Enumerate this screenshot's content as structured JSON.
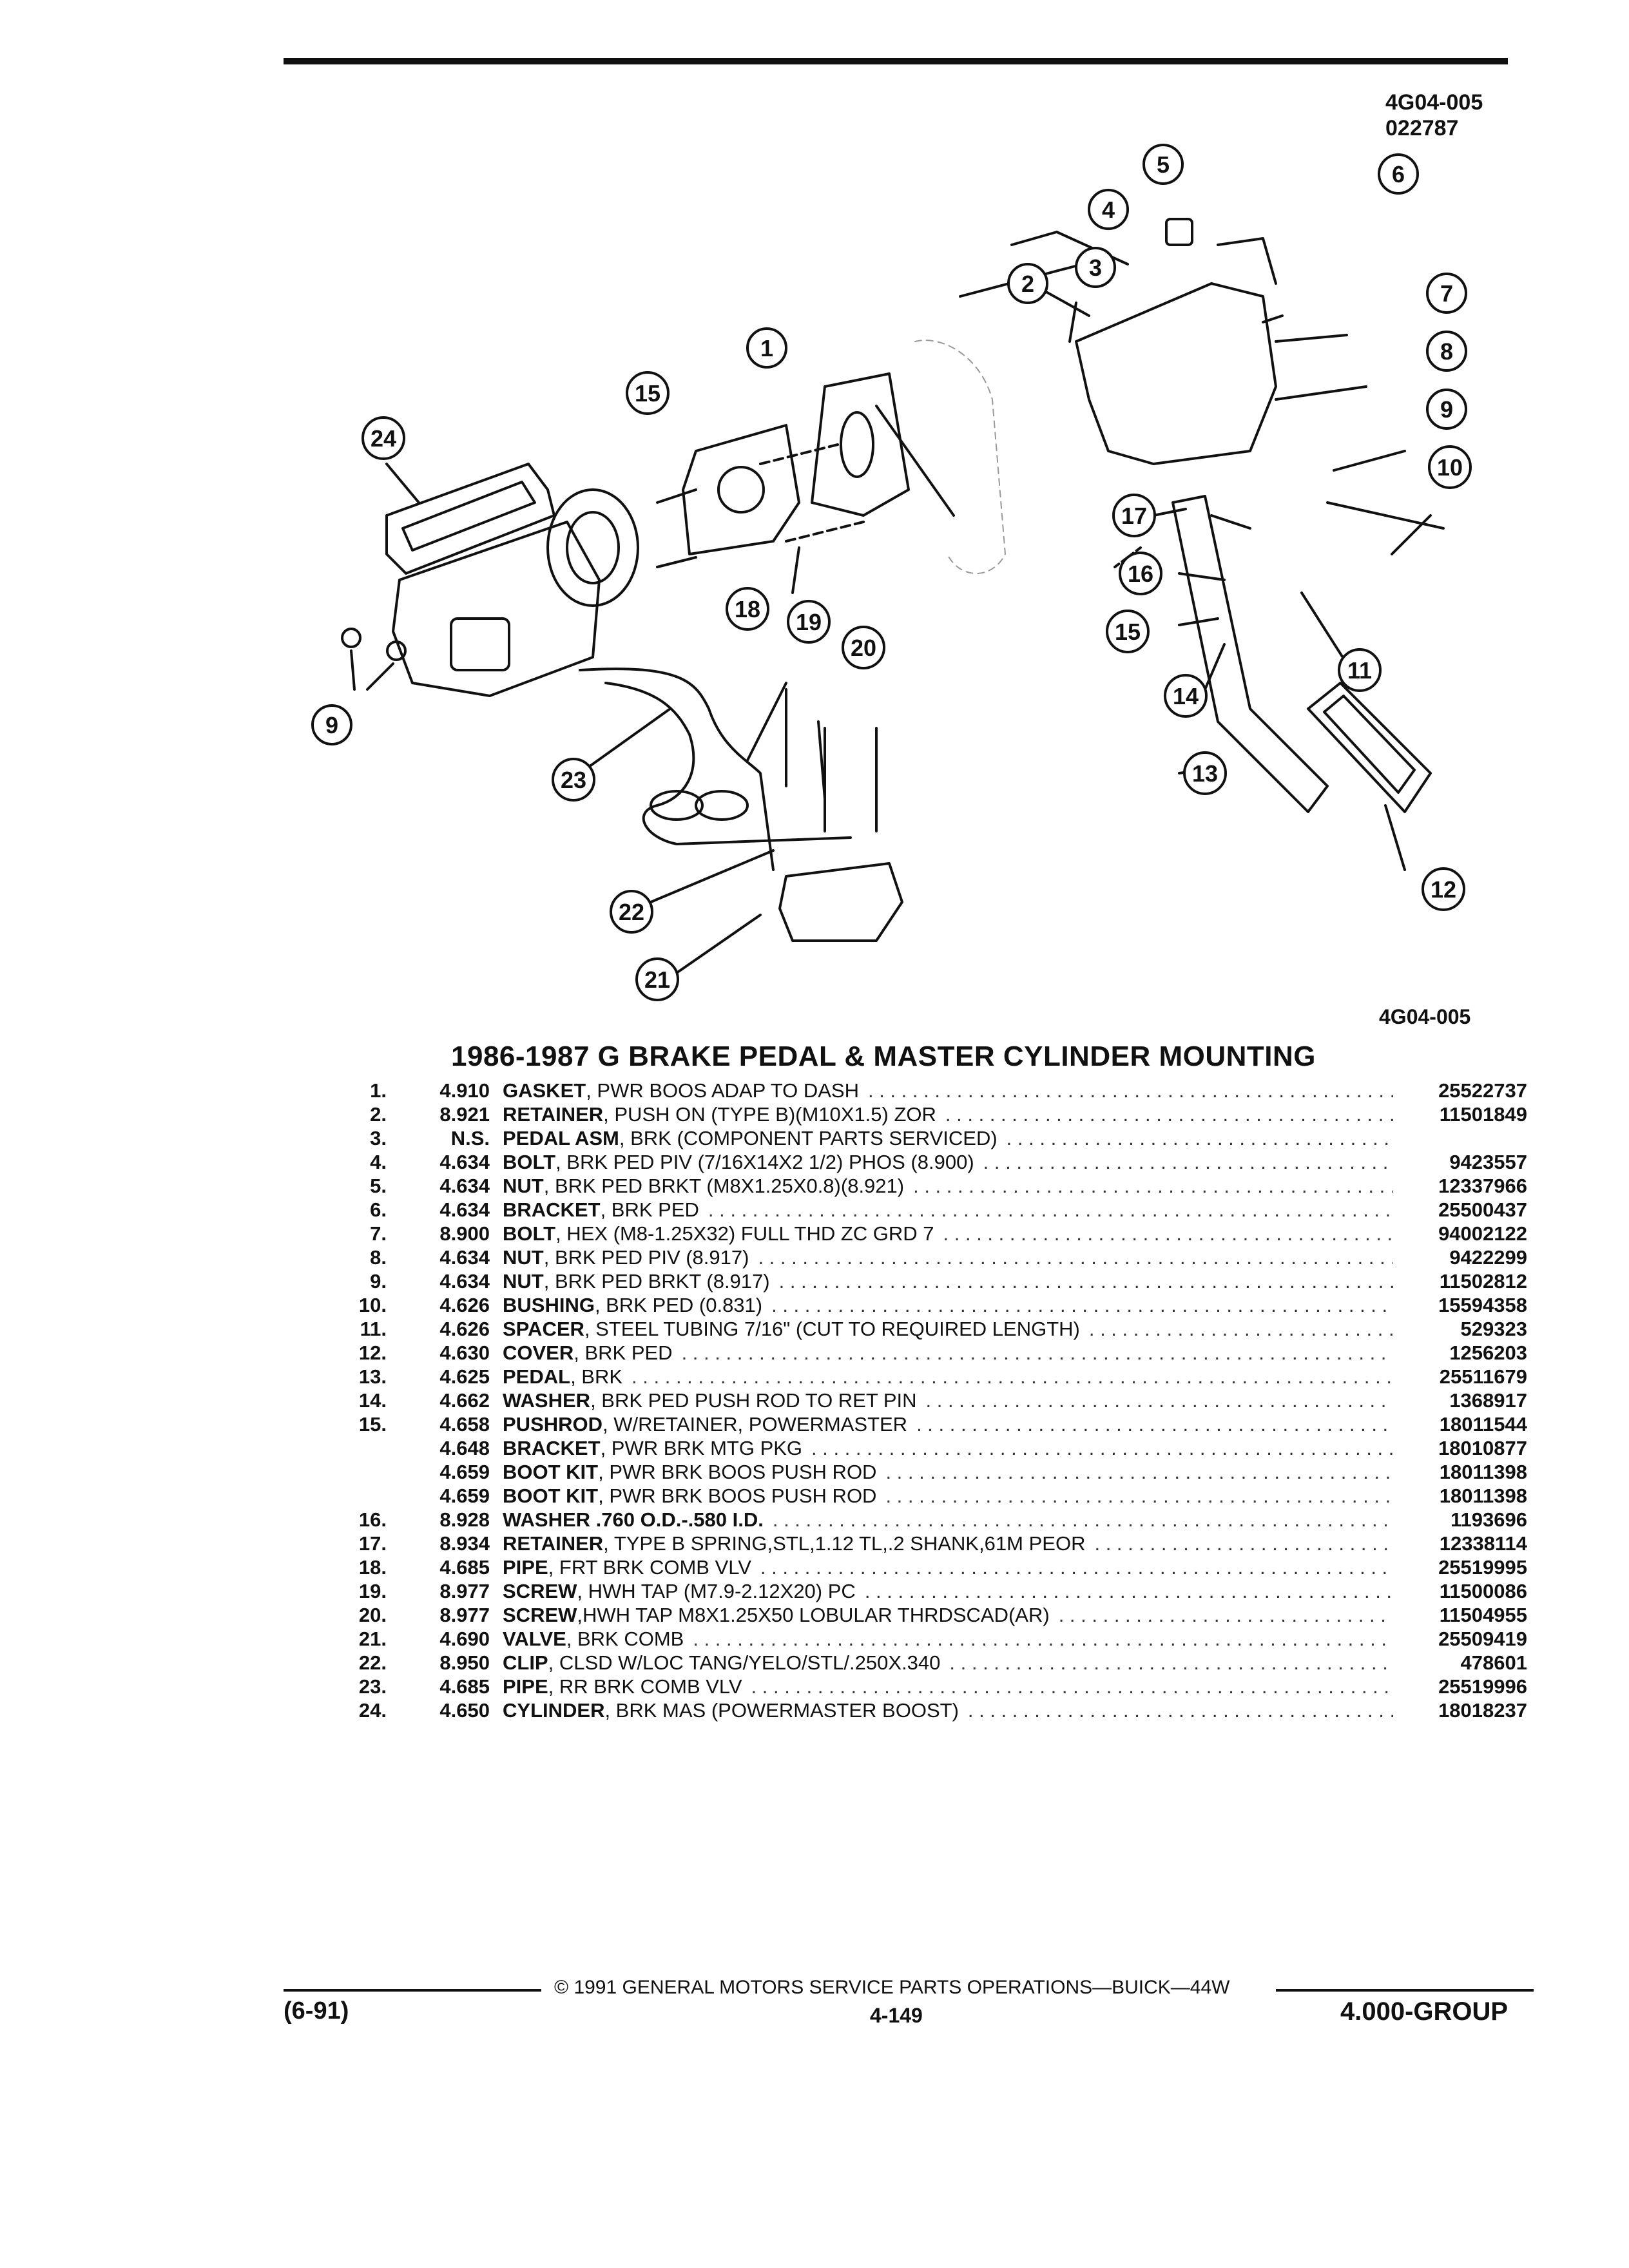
{
  "header": {
    "code1": "4G04-005",
    "code2": "022787"
  },
  "figure": {
    "code": "4G04-005",
    "callouts": [
      "1",
      "2",
      "3",
      "4",
      "5",
      "6",
      "7",
      "8",
      "9",
      "10",
      "11",
      "12",
      "13",
      "14",
      "15",
      "16",
      "17",
      "18",
      "19",
      "20",
      "21",
      "22",
      "23",
      "24"
    ]
  },
  "title": "1986-1987 G BRAKE PEDAL & MASTER CYLINDER MOUNTING",
  "parts": [
    {
      "n": "1.",
      "g": "4.910",
      "name": "GASKET",
      "desc": ", PWR BOOS ADAP TO DASH",
      "pn": "25522737"
    },
    {
      "n": "2.",
      "g": "8.921",
      "name": "RETAINER",
      "desc": ", PUSH ON (TYPE B)(M10X1.5) ZOR",
      "pn": "11501849"
    },
    {
      "n": "3.",
      "g": "N.S.",
      "name": "PEDAL ASM",
      "desc": ", BRK (COMPONENT PARTS SERVICED)",
      "pn": ""
    },
    {
      "n": "4.",
      "g": "4.634",
      "name": "BOLT",
      "desc": ", BRK PED PIV (7/16X14X2 1/2) PHOS (8.900)",
      "pn": "9423557"
    },
    {
      "n": "5.",
      "g": "4.634",
      "name": "NUT",
      "desc": ", BRK PED BRKT (M8X1.25X0.8)(8.921)",
      "pn": "12337966"
    },
    {
      "n": "6.",
      "g": "4.634",
      "name": "BRACKET",
      "desc": ", BRK PED",
      "pn": "25500437"
    },
    {
      "n": "7.",
      "g": "8.900",
      "name": "BOLT",
      "desc": ", HEX (M8-1.25X32) FULL THD ZC GRD 7",
      "pn": "94002122"
    },
    {
      "n": "8.",
      "g": "4.634",
      "name": "NUT",
      "desc": ", BRK PED PIV (8.917)",
      "pn": "9422299"
    },
    {
      "n": "9.",
      "g": "4.634",
      "name": "NUT",
      "desc": ", BRK PED BRKT (8.917)",
      "pn": "11502812"
    },
    {
      "n": "10.",
      "g": "4.626",
      "name": "BUSHING",
      "desc": ", BRK PED (0.831)",
      "pn": "15594358"
    },
    {
      "n": "11.",
      "g": "4.626",
      "name": "SPACER",
      "desc": ", STEEL TUBING 7/16\" (CUT TO REQUIRED LENGTH)",
      "pn": "529323"
    },
    {
      "n": "12.",
      "g": "4.630",
      "name": "COVER",
      "desc": ", BRK PED",
      "pn": "1256203"
    },
    {
      "n": "13.",
      "g": "4.625",
      "name": "PEDAL",
      "desc": ", BRK",
      "pn": "25511679"
    },
    {
      "n": "14.",
      "g": "4.662",
      "name": "WASHER",
      "desc": ", BRK PED PUSH ROD TO RET PIN",
      "pn": "1368917"
    },
    {
      "n": "15.",
      "g": "4.658",
      "name": "PUSHROD",
      "desc": ", W/RETAINER, POWERMASTER",
      "pn": "18011544"
    },
    {
      "n": "",
      "g": "4.648",
      "name": "BRACKET",
      "desc": ", PWR BRK MTG PKG",
      "pn": "18010877"
    },
    {
      "n": "",
      "g": "4.659",
      "name": "BOOT KIT",
      "desc": ", PWR BRK BOOS PUSH ROD",
      "pn": "18011398"
    },
    {
      "n": "",
      "g": "4.659",
      "name": "BOOT KIT",
      "desc": ", PWR BRK BOOS PUSH ROD",
      "pn": "18011398"
    },
    {
      "n": "16.",
      "g": "8.928",
      "name": "WASHER .760 O.D.-.580 I.D.",
      "desc": "",
      "pn": "1193696"
    },
    {
      "n": "17.",
      "g": "8.934",
      "name": "RETAINER",
      "desc": ", TYPE B SPRING,STL,1.12 TL,.2 SHANK,61M PEOR",
      "pn": "12338114"
    },
    {
      "n": "18.",
      "g": "4.685",
      "name": "PIPE",
      "desc": ", FRT BRK COMB VLV",
      "pn": "25519995"
    },
    {
      "n": "19.",
      "g": "8.977",
      "name": "SCREW",
      "desc": ", HWH TAP (M7.9-2.12X20) PC",
      "pn": "11500086"
    },
    {
      "n": "20.",
      "g": "8.977",
      "name": "SCREW",
      "desc": ",HWH TAP M8X1.25X50 LOBULAR THRDSCAD(AR)",
      "pn": "11504955"
    },
    {
      "n": "21.",
      "g": "4.690",
      "name": "VALVE",
      "desc": ", BRK COMB",
      "pn": "25509419"
    },
    {
      "n": "22.",
      "g": "8.950",
      "name": "CLIP",
      "desc": ", CLSD W/LOC TANG/YELO/STL/.250X.340",
      "pn": "478601"
    },
    {
      "n": "23.",
      "g": "4.685",
      "name": "PIPE",
      "desc": ", RR BRK COMB VLV",
      "pn": "25519996"
    },
    {
      "n": "24.",
      "g": "4.650",
      "name": "CYLINDER",
      "desc": ", BRK MAS (POWERMASTER BOOST)",
      "pn": "18018237"
    }
  ],
  "footer": {
    "copyright": "© 1991 GENERAL MOTORS SERVICE PARTS OPERATIONS—BUICK—44W",
    "date": "(6-91)",
    "page": "4-149",
    "group": "4.000-GROUP"
  }
}
